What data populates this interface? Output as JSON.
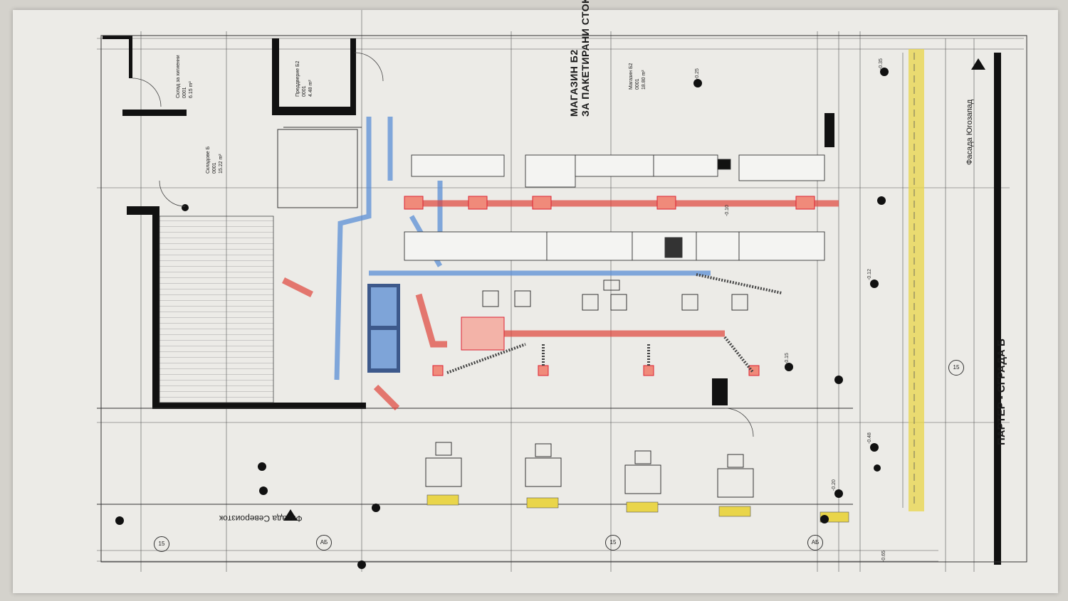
{
  "colors": {
    "paper": "#ecebe7",
    "walls": "#111111",
    "linework": "#333333",
    "ventilation_ducts": "#5b8fd6",
    "exhaust_ducts": "#e0453a",
    "yellow_markers": "#e9d54a"
  },
  "titles": {
    "store_line1": "МАГАЗИН Б2",
    "store_line2": "ЗА ПАКЕТИРАНИ СТОКИ",
    "floor": "ПАРТЕР - СГРАДА Б",
    "facade_sw": "Фасада Югозапад",
    "facade_ne": "Фасада Североизток"
  },
  "rooms": [
    {
      "name": "Склад за хигиенни",
      "code": "0001",
      "area": "6.15 m²"
    },
    {
      "name": "Преддверие Б2",
      "code": "0001",
      "area": "4.48 m²"
    },
    {
      "name": "Складове Б",
      "code": "0001",
      "area": "15.22 m²"
    },
    {
      "name": "Магазин Б2",
      "code": "0001",
      "area": "18.80 m²"
    }
  ],
  "axis_markers": [
    "15",
    "АБ",
    "15",
    "АБ",
    "15"
  ],
  "levels": [
    "-0.25",
    "-0.10",
    "-0.12",
    "-0.15",
    "-0.35",
    "-0.48",
    "-0.20",
    "-0.65"
  ]
}
